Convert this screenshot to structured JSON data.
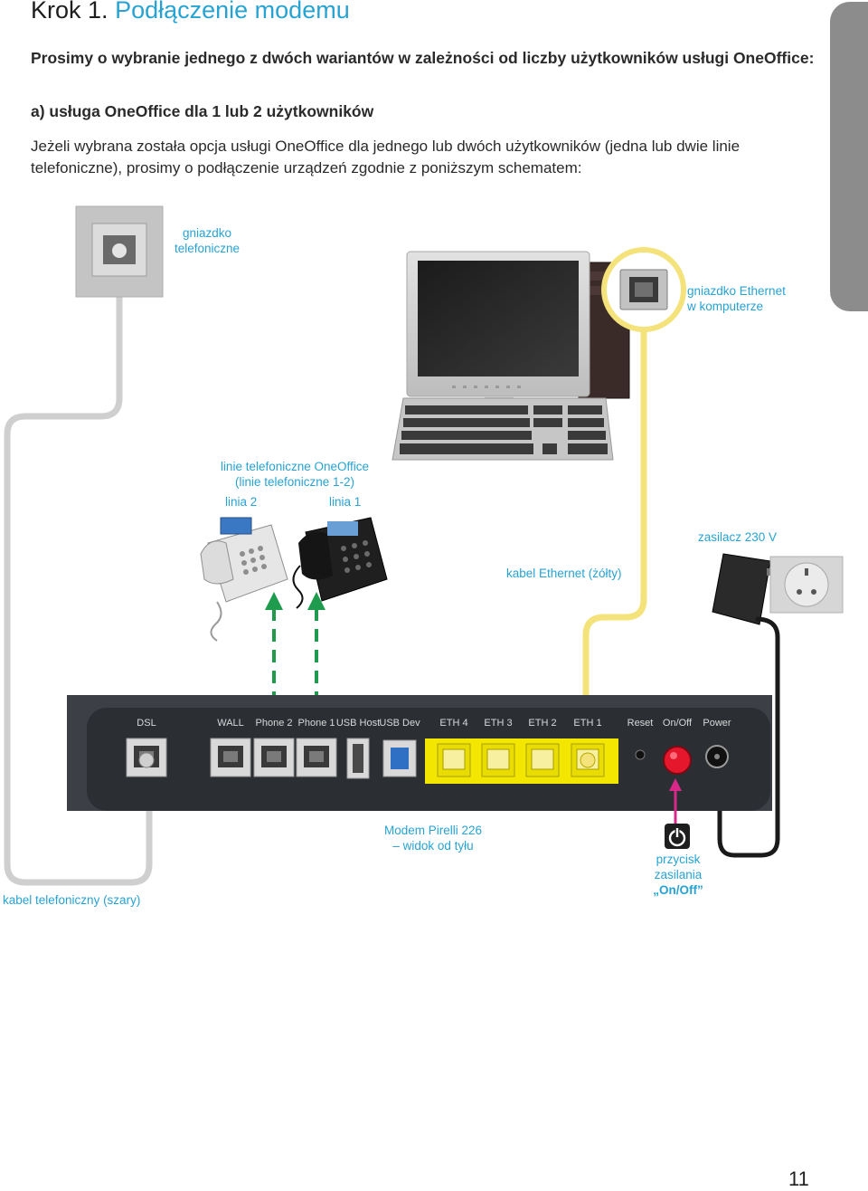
{
  "header": {
    "step_label": "Krok 1.",
    "title": "Podłączenie modemu"
  },
  "intro": "Prosimy o wybranie jednego z dwóch wariantów w zależności od liczby użytkowników usługi OneOffice:",
  "subheading": "a) usługa OneOffice dla 1 lub 2 użytkowników",
  "paragraph": "Jeżeli wybrana została opcja usługi OneOffice dla jednego lub dwóch użytkowników (jedna lub dwie linie telefoniczne), prosimy o podłączenie urządzeń zgodnie z poniższym schematem:",
  "diagram": {
    "wall_socket": {
      "line1": "gniazdko",
      "line2": "telefoniczne"
    },
    "ethernet_socket": {
      "line1": "gniazdko Ethernet",
      "line2": "w komputerze"
    },
    "phone_lines": {
      "line1": "linie telefoniczne OneOffice",
      "line2": "(linie telefoniczne 1-2)",
      "left": "linia 2",
      "right": "linia 1"
    },
    "power_supply": "zasilacz 230 V",
    "ethernet_cable": "kabel Ethernet (żółty)",
    "modem": {
      "line1": "Modem Pirelli 226",
      "line2": "– widok od tyłu"
    },
    "power_button": {
      "line1": "przycisk",
      "line2": "zasilania",
      "line3": "„On/Off”"
    },
    "phone_cable": "kabel telefoniczny (szary)",
    "ports": [
      "DSL",
      "WALL",
      "Phone 2",
      "Phone 1",
      "USB Host",
      "USB Dev",
      "ETH 4",
      "ETH 3",
      "ETH 2",
      "ETH 1",
      "Reset",
      "On/Off",
      "Power"
    ]
  },
  "colors": {
    "accent": "#27a3d3",
    "ethernet_cable": "#f4e27a",
    "phone_cable": "#c8c8c8",
    "arrows": "#1e9b4c",
    "power_button": "#e4172c",
    "on_off_pointer": "#d8288a"
  },
  "page_number": "11"
}
